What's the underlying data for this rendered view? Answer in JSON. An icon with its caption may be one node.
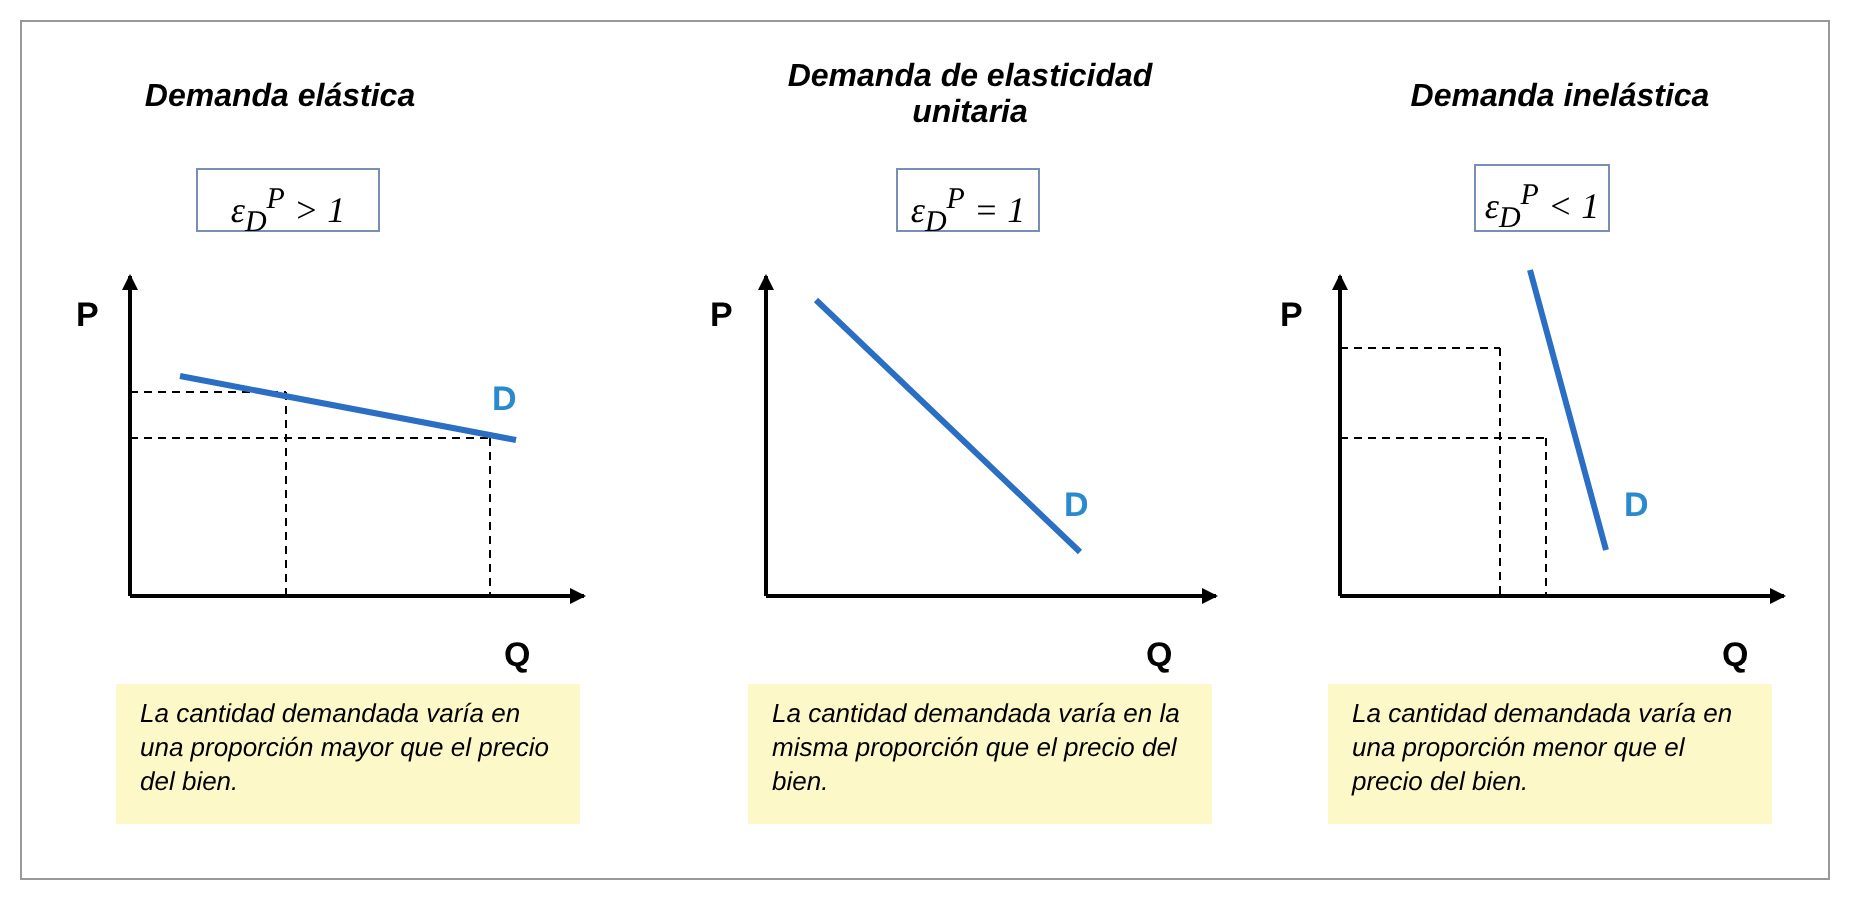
{
  "diagram": {
    "nodes": [
      {
        "text": [
          "ε$_{D}$$^{P}$ > 1"
        ]
      },
      {
        "text": [
          "ε$_{D}$$^{P}$ = 1"
        ]
      },
      {
        "text": [
          "ε$_{D}$$^{P}$ < 1"
        ]
      },
      {
        "text": [
          "La cantidad demandada varía en una proporción mayor que el precio del bien."
        ]
      },
      {
        "text": [
          "La cantidad demandada varía en la misma proporción que el precio del bien."
        ]
      },
      {
        "text": [
          "La cantidad demandada varía en una proporción menor que el precio del bien."
        ]
      }
    ],
    "labels": [
      "Demanda elástica",
      "Demanda de elasticidad unitaria",
      "Demanda inelástica",
      "P",
      "D",
      "Q",
      "P",
      "D",
      "Q",
      "P",
      "D",
      "Q"
    ]
  }
}
